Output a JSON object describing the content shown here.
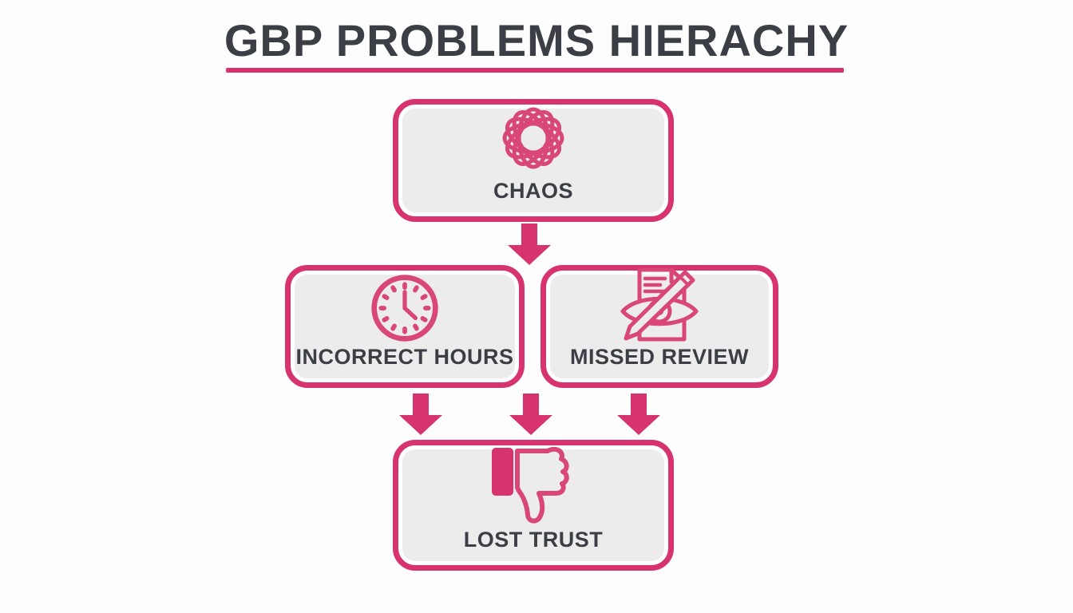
{
  "theme": {
    "accent": "#d6336f",
    "icon_pink": "#d94678",
    "box_background": "#ececec",
    "page_background": "#fdfdfd",
    "text_color": "#3b3e44"
  },
  "title": {
    "text": "GBP PROBLEMS HIERACHY"
  },
  "diagram": {
    "type": "hierarchy-flow",
    "nodes": [
      {
        "id": "chaos",
        "label": "CHAOS",
        "icon": "chaos-scribble-icon",
        "level": 1
      },
      {
        "id": "incorrect-hours",
        "label": "INCORRECT HOURS",
        "icon": "clock-icon",
        "level": 2
      },
      {
        "id": "missed-review",
        "label": "MISSED REVIEW",
        "icon": "missed-review-icon",
        "level": 2
      },
      {
        "id": "lost-trust",
        "label": "LOST TRUST",
        "icon": "thumbs-down-icon",
        "level": 3
      }
    ],
    "edges": [
      {
        "from": "chaos",
        "to": "middle-row"
      },
      {
        "from": "incorrect-hours",
        "to": "lost-trust"
      },
      {
        "from": "middle-row",
        "to": "lost-trust"
      },
      {
        "from": "missed-review",
        "to": "lost-trust"
      }
    ]
  }
}
